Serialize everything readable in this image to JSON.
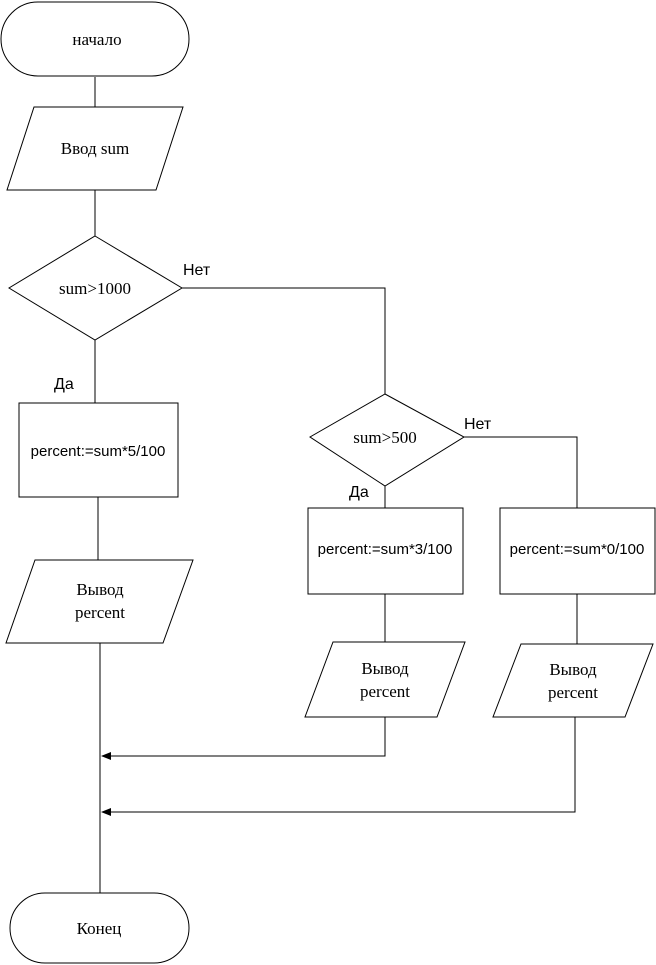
{
  "flowchart": {
    "start": "начало",
    "input": "Ввод sum",
    "cond1": "sum>1000",
    "cond2": "sum>500",
    "yes": "Да",
    "no": "Нет",
    "assign1": "percent:=sum*5/100",
    "assign2": "percent:=sum*3/100",
    "assign3": "percent:=sum*0/100",
    "output_line1": "Вывод",
    "output_line2": "percent",
    "end": "Конец"
  }
}
